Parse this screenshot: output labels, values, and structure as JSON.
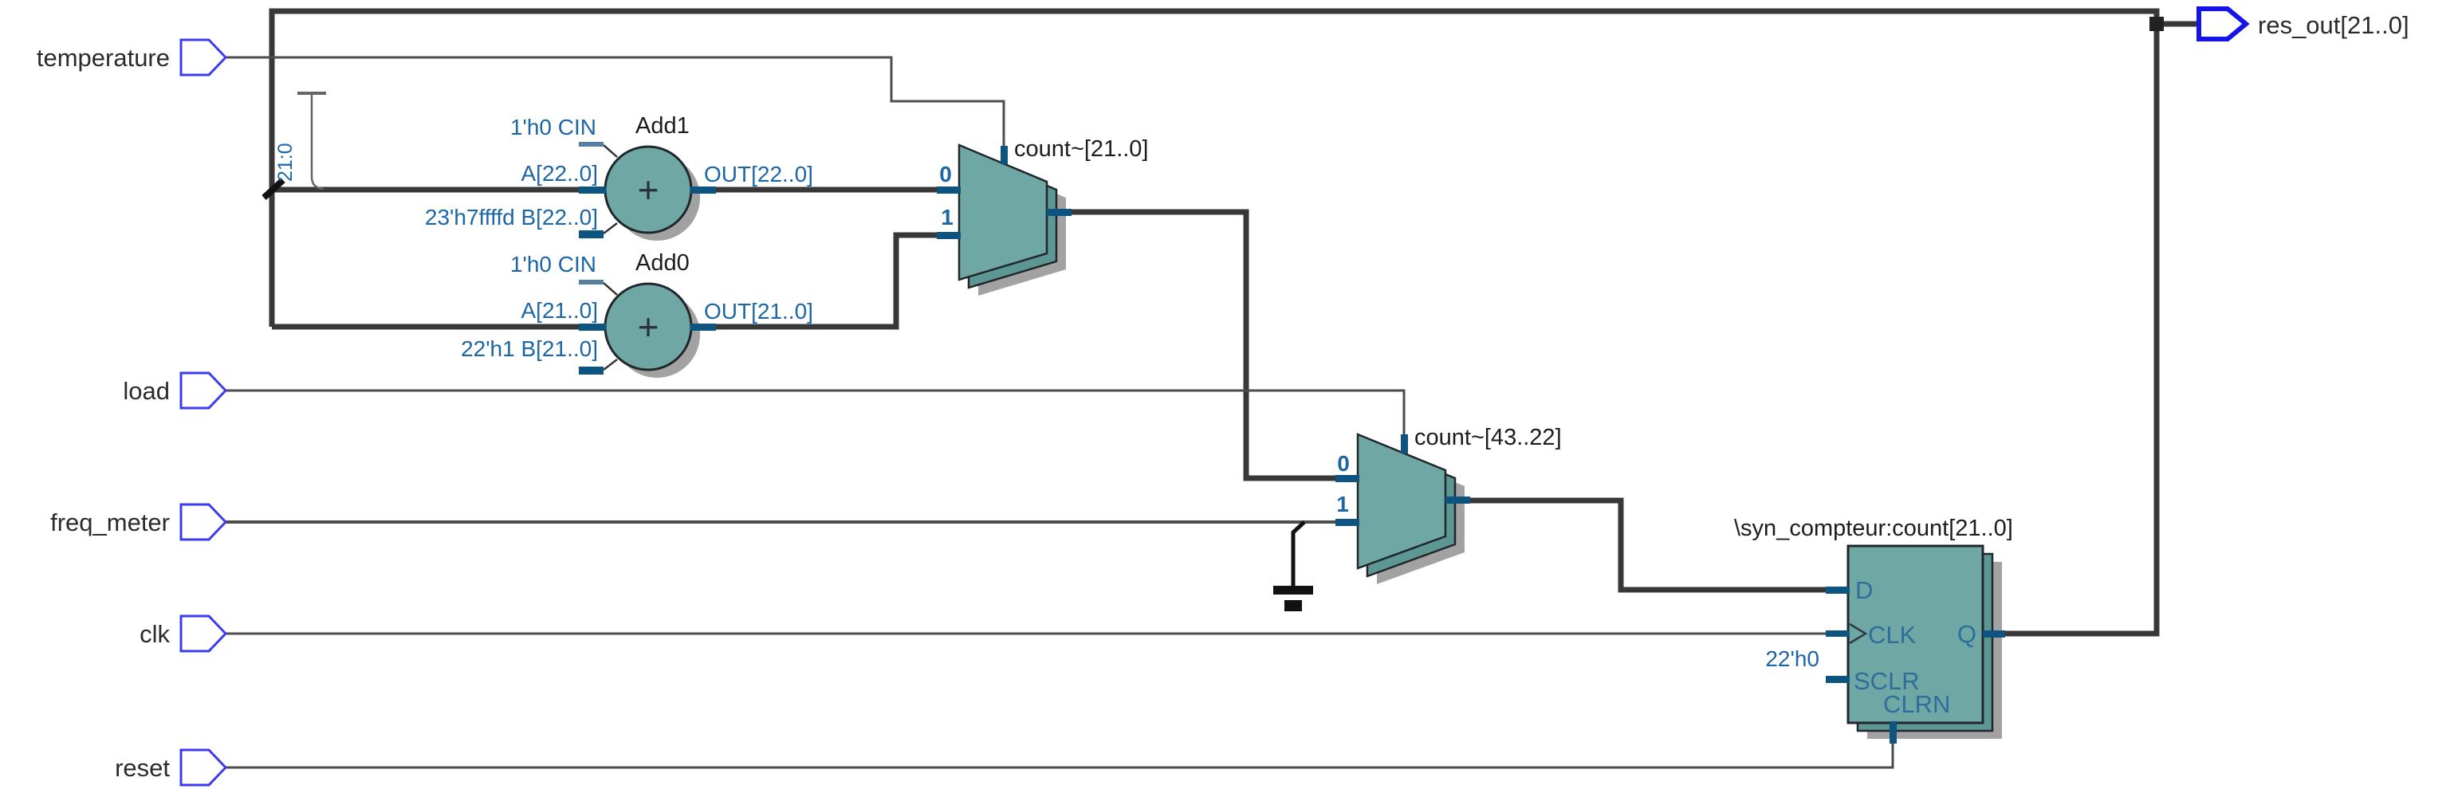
{
  "ports": {
    "inputs": [
      {
        "name": "temperature"
      },
      {
        "name": "load"
      },
      {
        "name": "freq_meter"
      },
      {
        "name": "clk"
      },
      {
        "name": "reset"
      }
    ],
    "output": {
      "name": "res_out[21..0]"
    }
  },
  "adders": {
    "add1": {
      "title": "Add1",
      "cin": "1'h0 CIN",
      "a": "A[22..0]",
      "b": "23'h7ffffd B[22..0]",
      "out": "OUT[22..0]",
      "plus": "+"
    },
    "add0": {
      "title": "Add0",
      "cin": "1'h0 CIN",
      "a": "A[21..0]",
      "b": "22'h1 B[21..0]",
      "out": "OUT[21..0]",
      "plus": "+"
    }
  },
  "muxes": {
    "mux1": {
      "title": "count~[21..0]",
      "in0": "0",
      "in1": "1"
    },
    "mux2": {
      "title": "count~[43..22]",
      "in0": "0",
      "in1": "1"
    }
  },
  "register": {
    "title": "\\syn_compteur:count[21..0]",
    "d": "D",
    "clk": "CLK",
    "q": "Q",
    "sclr": "SCLR",
    "clrn": "CLRN",
    "sclr_value": "22'h0"
  },
  "bus_slice": "21:0",
  "colors": {
    "component_fill": "#6ea7a4",
    "component_layer2": "#5d9794",
    "component_outline": "#20262a",
    "shadow": "#a2a2a2",
    "bus_wire": "#383838",
    "thin_wire": "#4d4d4d",
    "port_stub": "#0d5580",
    "port_symbol_outline": "#3b3bf0",
    "label_blue": "#1c66a6",
    "label_black": "#1c1c1c"
  }
}
